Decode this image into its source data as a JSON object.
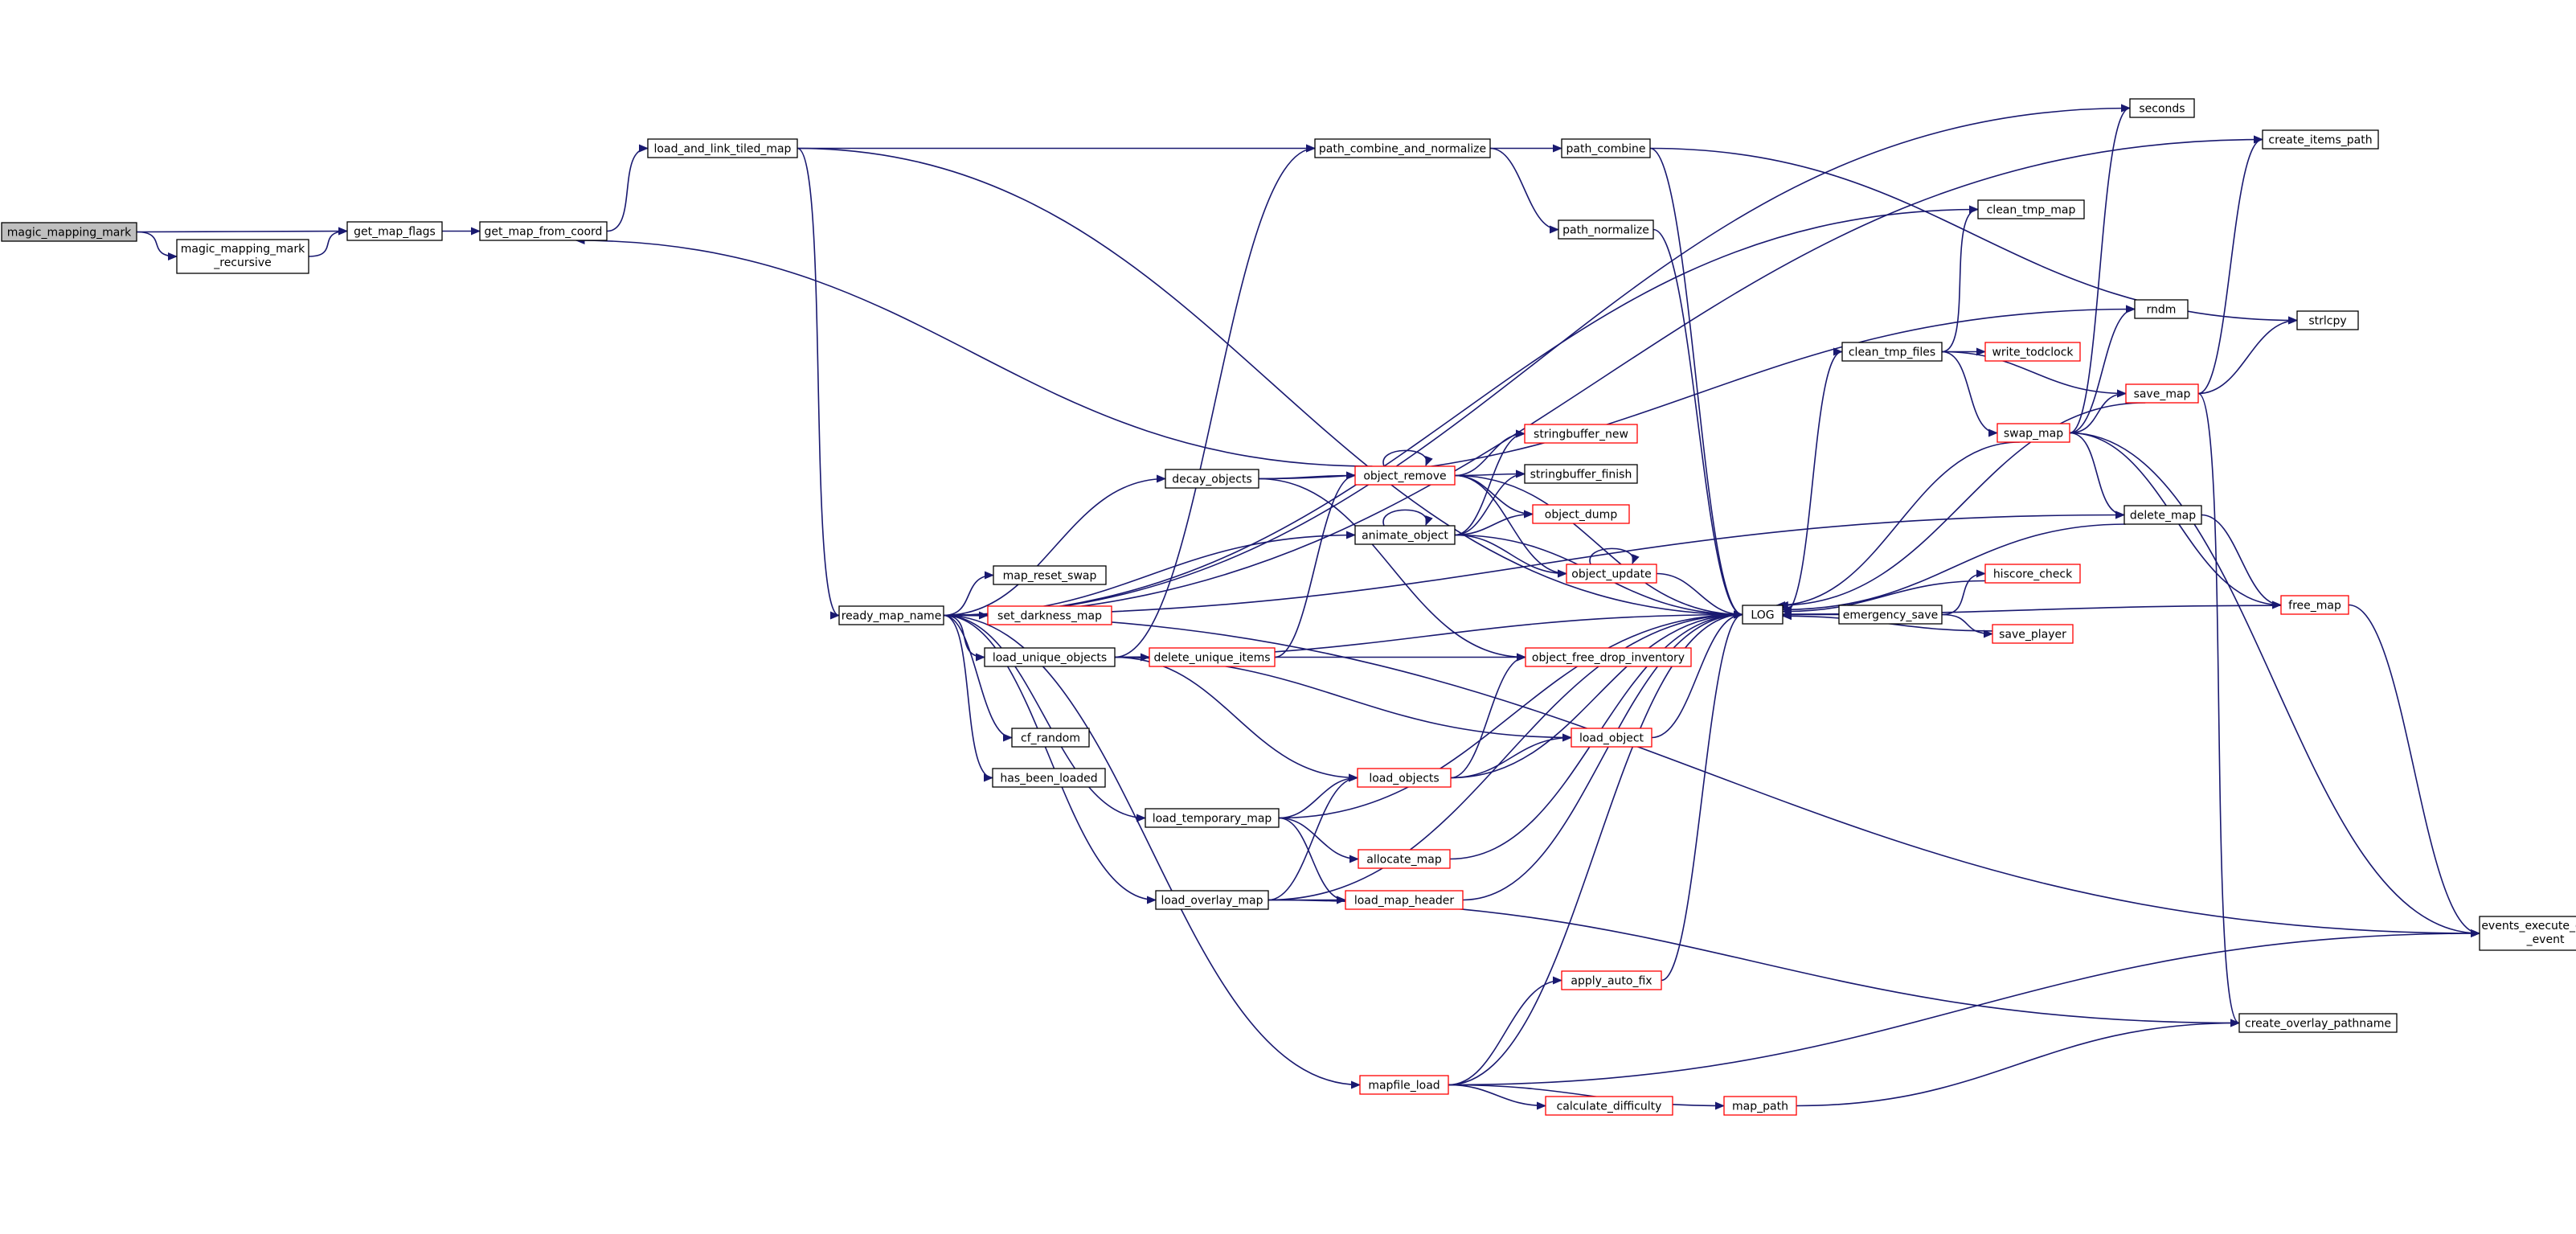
{
  "colors": {
    "edge": "#191970",
    "border_default": "#000000",
    "border_red": "#ff0000",
    "root_fill": "#bfbfbf",
    "node_fill": "#ffffff",
    "text": "#000000"
  },
  "nodes": [
    {
      "id": "magic_mapping_mark",
      "label": "magic_mapping_mark",
      "style": "root"
    },
    {
      "id": "magic_mapping_mark_recursive",
      "label": "magic_mapping_mark",
      "label2": "_recursive",
      "style": "black"
    },
    {
      "id": "get_map_flags",
      "label": "get_map_flags",
      "style": "black"
    },
    {
      "id": "get_map_from_coord",
      "label": "get_map_from_coord",
      "style": "black"
    },
    {
      "id": "load_and_link_tiled_map",
      "label": "load_and_link_tiled_map",
      "style": "black"
    },
    {
      "id": "ready_map_name",
      "label": "ready_map_name",
      "style": "black"
    },
    {
      "id": "path_combine_and_normalize",
      "label": "path_combine_and_normalize",
      "style": "black"
    },
    {
      "id": "path_combine",
      "label": "path_combine",
      "style": "black"
    },
    {
      "id": "path_normalize",
      "label": "path_normalize",
      "style": "black"
    },
    {
      "id": "seconds",
      "label": "seconds",
      "style": "black"
    },
    {
      "id": "create_items_path",
      "label": "create_items_path",
      "style": "black"
    },
    {
      "id": "clean_tmp_map",
      "label": "clean_tmp_map",
      "style": "black"
    },
    {
      "id": "rndm",
      "label": "rndm",
      "style": "black"
    },
    {
      "id": "strlcpy",
      "label": "strlcpy",
      "style": "black"
    },
    {
      "id": "clean_tmp_files",
      "label": "clean_tmp_files",
      "style": "black"
    },
    {
      "id": "write_todclock",
      "label": "write_todclock",
      "style": "red"
    },
    {
      "id": "save_map",
      "label": "save_map",
      "style": "red"
    },
    {
      "id": "swap_map",
      "label": "swap_map",
      "style": "red"
    },
    {
      "id": "delete_map",
      "label": "delete_map",
      "style": "black"
    },
    {
      "id": "LOG",
      "label": "LOG",
      "style": "black"
    },
    {
      "id": "emergency_save",
      "label": "emergency_save",
      "style": "black"
    },
    {
      "id": "hiscore_check",
      "label": "hiscore_check",
      "style": "red"
    },
    {
      "id": "save_player",
      "label": "save_player",
      "style": "red"
    },
    {
      "id": "free_map",
      "label": "free_map",
      "style": "red"
    },
    {
      "id": "decay_objects",
      "label": "decay_objects",
      "style": "black"
    },
    {
      "id": "object_remove",
      "label": "object_remove",
      "style": "red"
    },
    {
      "id": "stringbuffer_new",
      "label": "stringbuffer_new",
      "style": "red"
    },
    {
      "id": "stringbuffer_finish",
      "label": "stringbuffer_finish",
      "style": "black"
    },
    {
      "id": "object_dump",
      "label": "object_dump",
      "style": "red"
    },
    {
      "id": "animate_object",
      "label": "animate_object",
      "style": "black"
    },
    {
      "id": "object_update",
      "label": "object_update",
      "style": "red"
    },
    {
      "id": "map_reset_swap",
      "label": "map_reset_swap",
      "style": "black"
    },
    {
      "id": "set_darkness_map",
      "label": "set_darkness_map",
      "style": "red"
    },
    {
      "id": "load_unique_objects",
      "label": "load_unique_objects",
      "style": "black"
    },
    {
      "id": "delete_unique_items",
      "label": "delete_unique_items",
      "style": "red"
    },
    {
      "id": "object_free_drop_inventory",
      "label": "object_free_drop_inventory",
      "style": "red"
    },
    {
      "id": "cf_random",
      "label": "cf_random",
      "style": "black"
    },
    {
      "id": "has_been_loaded",
      "label": "has_been_loaded",
      "style": "black"
    },
    {
      "id": "load_object",
      "label": "load_object",
      "style": "red"
    },
    {
      "id": "load_objects",
      "label": "load_objects",
      "style": "red"
    },
    {
      "id": "load_temporary_map",
      "label": "load_temporary_map",
      "style": "black"
    },
    {
      "id": "allocate_map",
      "label": "allocate_map",
      "style": "red"
    },
    {
      "id": "load_overlay_map",
      "label": "load_overlay_map",
      "style": "black"
    },
    {
      "id": "load_map_header",
      "label": "load_map_header",
      "style": "red"
    },
    {
      "id": "events_execute_global_event",
      "label": "events_execute_global",
      "label2": "_event",
      "style": "black"
    },
    {
      "id": "apply_auto_fix",
      "label": "apply_auto_fix",
      "style": "red"
    },
    {
      "id": "create_overlay_pathname",
      "label": "create_overlay_pathname",
      "style": "black"
    },
    {
      "id": "mapfile_load",
      "label": "mapfile_load",
      "style": "red"
    },
    {
      "id": "calculate_difficulty",
      "label": "calculate_difficulty",
      "style": "red"
    },
    {
      "id": "map_path",
      "label": "map_path",
      "style": "red"
    }
  ],
  "edges": [
    [
      "magic_mapping_mark",
      "get_map_flags"
    ],
    [
      "magic_mapping_mark",
      "magic_mapping_mark_recursive"
    ],
    [
      "magic_mapping_mark_recursive",
      "get_map_flags"
    ],
    [
      "get_map_flags",
      "get_map_from_coord"
    ],
    [
      "get_map_from_coord",
      "load_and_link_tiled_map"
    ],
    [
      "load_and_link_tiled_map",
      "path_combine_and_normalize"
    ],
    [
      "load_and_link_tiled_map",
      "LOG"
    ],
    [
      "load_and_link_tiled_map",
      "ready_map_name"
    ],
    [
      "path_combine_and_normalize",
      "path_combine"
    ],
    [
      "path_combine_and_normalize",
      "path_normalize"
    ],
    [
      "path_combine",
      "strlcpy"
    ],
    [
      "path_combine",
      "LOG"
    ],
    [
      "path_normalize",
      "LOG"
    ],
    [
      "ready_map_name",
      "seconds"
    ],
    [
      "ready_map_name",
      "create_items_path"
    ],
    [
      "ready_map_name",
      "clean_tmp_map"
    ],
    [
      "ready_map_name",
      "delete_map"
    ],
    [
      "ready_map_name",
      "decay_objects"
    ],
    [
      "ready_map_name",
      "animate_object"
    ],
    [
      "ready_map_name",
      "map_reset_swap"
    ],
    [
      "ready_map_name",
      "set_darkness_map"
    ],
    [
      "ready_map_name",
      "load_unique_objects"
    ],
    [
      "ready_map_name",
      "cf_random"
    ],
    [
      "ready_map_name",
      "has_been_loaded"
    ],
    [
      "ready_map_name",
      "load_temporary_map"
    ],
    [
      "ready_map_name",
      "load_overlay_map"
    ],
    [
      "ready_map_name",
      "mapfile_load"
    ],
    [
      "ready_map_name",
      "events_execute_global_event"
    ],
    [
      "clean_tmp_files",
      "clean_tmp_map"
    ],
    [
      "clean_tmp_files",
      "write_todclock"
    ],
    [
      "clean_tmp_files",
      "swap_map"
    ],
    [
      "clean_tmp_files",
      "save_map"
    ],
    [
      "LOG",
      "clean_tmp_files"
    ],
    [
      "swap_map",
      "seconds"
    ],
    [
      "swap_map",
      "rndm"
    ],
    [
      "swap_map",
      "save_map"
    ],
    [
      "swap_map",
      "delete_map"
    ],
    [
      "swap_map",
      "free_map"
    ],
    [
      "swap_map",
      "LOG"
    ],
    [
      "swap_map",
      "events_execute_global_event"
    ],
    [
      "save_map",
      "create_items_path"
    ],
    [
      "save_map",
      "strlcpy"
    ],
    [
      "save_map",
      "LOG"
    ],
    [
      "save_map",
      "create_overlay_pathname"
    ],
    [
      "delete_map",
      "free_map"
    ],
    [
      "delete_map",
      "LOG"
    ],
    [
      "free_map",
      "LOG"
    ],
    [
      "free_map",
      "events_execute_global_event"
    ],
    [
      "emergency_save",
      "hiscore_check"
    ],
    [
      "emergency_save",
      "save_player"
    ],
    [
      "emergency_save",
      "LOG"
    ],
    [
      "hiscore_check",
      "LOG"
    ],
    [
      "save_player",
      "LOG"
    ],
    [
      "decay_objects",
      "rndm"
    ],
    [
      "decay_objects",
      "object_remove"
    ],
    [
      "decay_objects",
      "object_free_drop_inventory"
    ],
    [
      "object_remove",
      "object_remove"
    ],
    [
      "object_remove",
      "get_map_from_coord"
    ],
    [
      "object_remove",
      "stringbuffer_new"
    ],
    [
      "object_remove",
      "stringbuffer_finish"
    ],
    [
      "object_remove",
      "object_dump"
    ],
    [
      "object_remove",
      "object_update"
    ],
    [
      "object_remove",
      "LOG"
    ],
    [
      "animate_object",
      "animate_object"
    ],
    [
      "animate_object",
      "stringbuffer_new"
    ],
    [
      "animate_object",
      "stringbuffer_finish"
    ],
    [
      "animate_object",
      "object_dump"
    ],
    [
      "animate_object",
      "object_update"
    ],
    [
      "animate_object",
      "LOG"
    ],
    [
      "object_update",
      "object_update"
    ],
    [
      "object_update",
      "LOG"
    ],
    [
      "load_unique_objects",
      "path_combine_and_normalize"
    ],
    [
      "load_unique_objects",
      "delete_unique_items"
    ],
    [
      "load_unique_objects",
      "load_object"
    ],
    [
      "load_unique_objects",
      "load_objects"
    ],
    [
      "load_unique_objects",
      "LOG"
    ],
    [
      "delete_unique_items",
      "object_remove"
    ],
    [
      "delete_unique_items",
      "object_free_drop_inventory"
    ],
    [
      "load_object",
      "LOG"
    ],
    [
      "load_objects",
      "load_object"
    ],
    [
      "load_objects",
      "object_free_drop_inventory"
    ],
    [
      "load_objects",
      "LOG"
    ],
    [
      "load_temporary_map",
      "load_objects"
    ],
    [
      "load_temporary_map",
      "allocate_map"
    ],
    [
      "load_temporary_map",
      "load_map_header"
    ],
    [
      "load_temporary_map",
      "LOG"
    ],
    [
      "allocate_map",
      "LOG"
    ],
    [
      "load_overlay_map",
      "load_objects"
    ],
    [
      "load_overlay_map",
      "load_map_header"
    ],
    [
      "load_overlay_map",
      "LOG"
    ],
    [
      "load_overlay_map",
      "create_overlay_pathname"
    ],
    [
      "load_map_header",
      "LOG"
    ],
    [
      "apply_auto_fix",
      "LOG"
    ],
    [
      "mapfile_load",
      "apply_auto_fix"
    ],
    [
      "mapfile_load",
      "calculate_difficulty"
    ],
    [
      "mapfile_load",
      "map_path"
    ],
    [
      "mapfile_load",
      "LOG"
    ],
    [
      "mapfile_load",
      "events_execute_global_event"
    ],
    [
      "map_path",
      "create_overlay_pathname"
    ]
  ]
}
